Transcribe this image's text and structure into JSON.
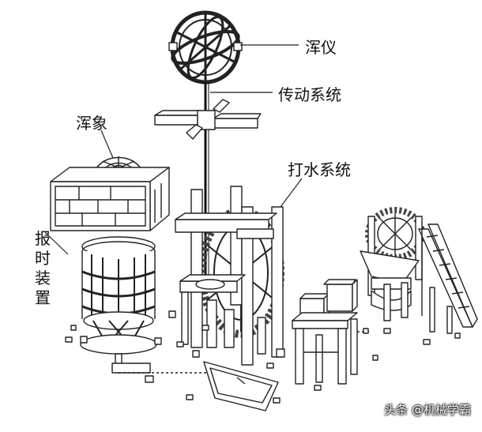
{
  "labels": {
    "armillary_sphere": "浑仪",
    "transmission_system": "传动系统",
    "celestial_globe": "浑象",
    "water_wheel_system": "打水系统",
    "time_signal_device": [
      "报",
      "时",
      "装",
      "置"
    ]
  },
  "watermark": "头条 @机械学霸"
}
